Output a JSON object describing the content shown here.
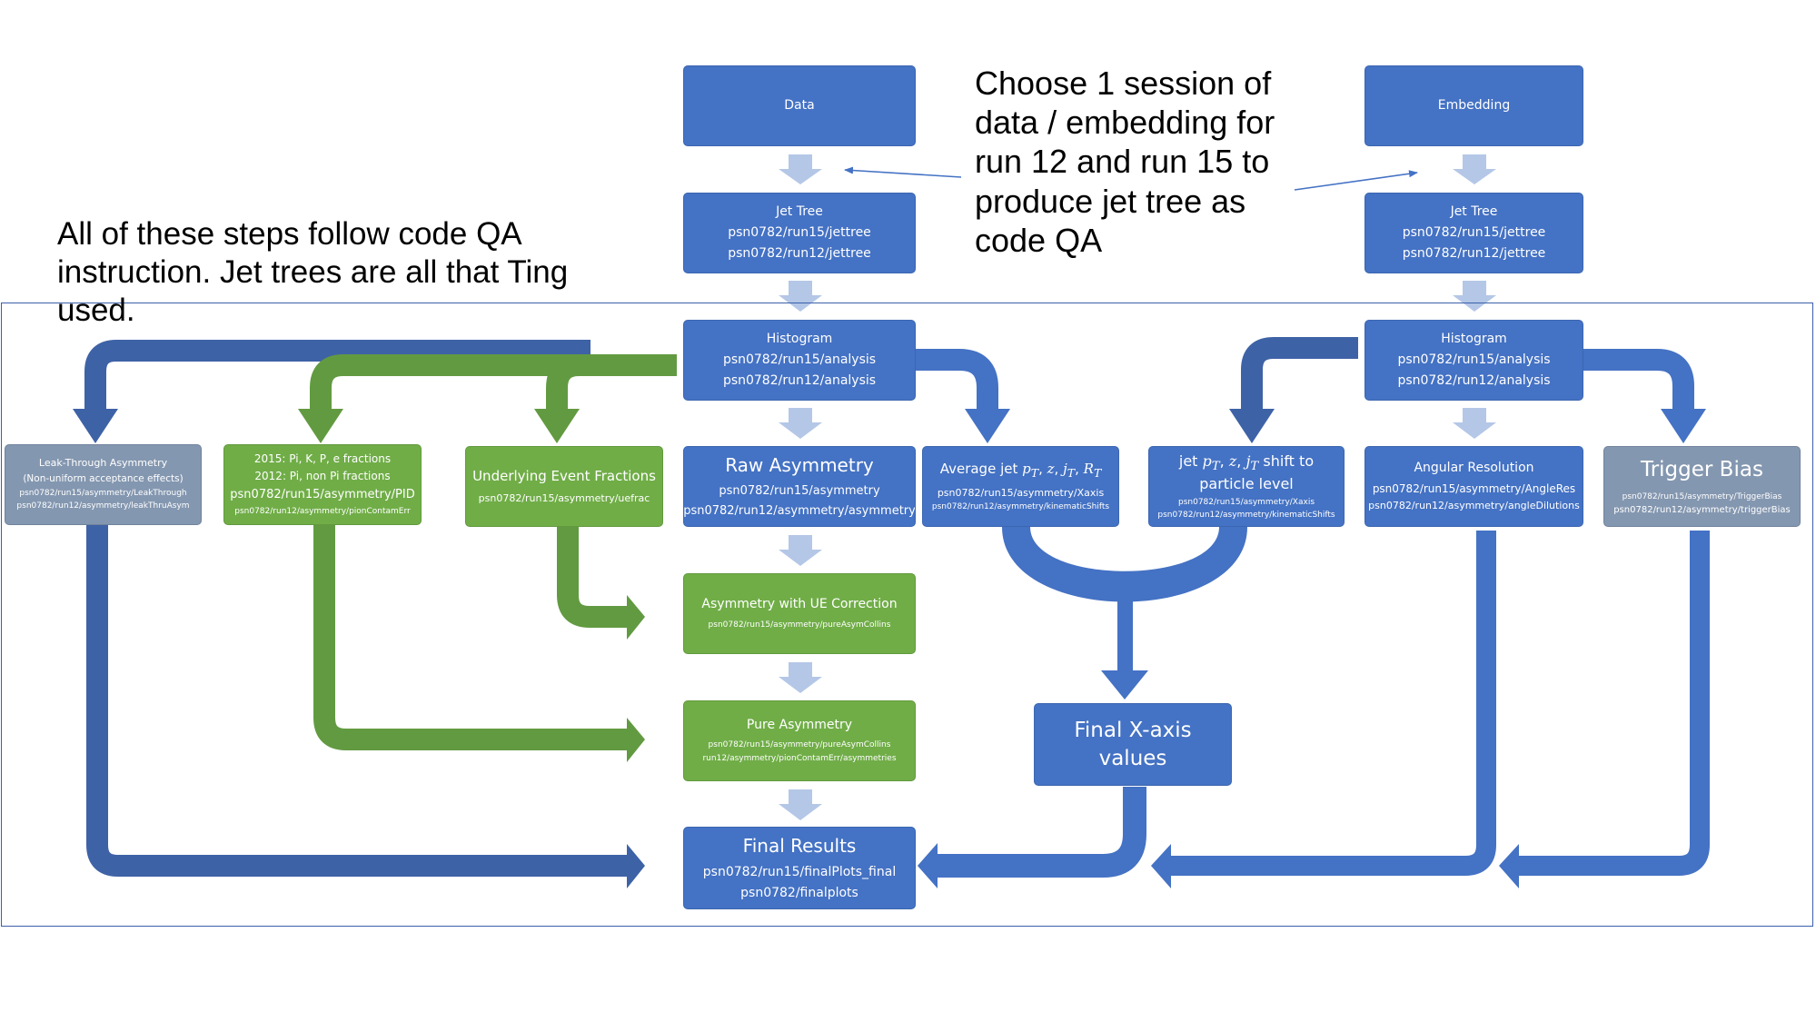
{
  "colors": {
    "blue": "#4472c4",
    "dark_blue": "#3e62a6",
    "green": "#70ad47",
    "dark_green": "#629a41",
    "gray": "#8497b0",
    "pale_arrow": "#b4c7e7"
  },
  "notes": {
    "left": "All of these steps follow code QA instruction. Jet trees are all that Ting used.",
    "top": "Choose 1 session of data / embedding for run 12 and run 15 to produce jet tree as code QA"
  },
  "boxes": {
    "data": {
      "title": "Data"
    },
    "embedding": {
      "title": "Embedding"
    },
    "jet_tree_data": {
      "title": "Jet Tree",
      "paths": [
        "psn0782/run15/jettree",
        "psn0782/run12/jettree"
      ]
    },
    "jet_tree_emb": {
      "title": "Jet Tree",
      "paths": [
        "psn0782/run15/jettree",
        "psn0782/run12/jettree"
      ]
    },
    "histogram_data": {
      "title": "Histogram",
      "paths": [
        "psn0782/run15/analysis",
        "psn0782/run12/analysis"
      ]
    },
    "histogram_emb": {
      "title": "Histogram",
      "paths": [
        "psn0782/run15/analysis",
        "psn0782/run12/analysis"
      ]
    },
    "leak_through": {
      "title": "Leak-Through Asymmetry",
      "subtitle": "(Non-uniform acceptance effects)",
      "paths": [
        "psn0782/run15/asymmetry/LeakThrough",
        "psn0782/run12/asymmetry/leakThruAsym"
      ]
    },
    "pid": {
      "title_lines": [
        "2015: Pi, K, P, e fractions",
        "2012: Pi, non Pi fractions"
      ],
      "paths": [
        "psn0782/run15/asymmetry/PID",
        "psn0782/run12/asymmetry/pionContamErr"
      ]
    },
    "ue_fractions": {
      "title": "Underlying Event Fractions",
      "paths": [
        "psn0782/run15/asymmetry/uefrac"
      ]
    },
    "raw_asymmetry": {
      "title": "Raw Asymmetry",
      "paths": [
        "psn0782/run15/asymmetry",
        "psn0782/run12/asymmetry/asymmetry"
      ]
    },
    "average_jet": {
      "title_prefix": "Average jet",
      "paths": [
        "psn0782/run15/asymmetry/Xaxis",
        "psn0782/run12/asymmetry/kinematicShifts"
      ]
    },
    "jet_shift": {
      "title_suffix": "shift to",
      "title_line2": "particle level",
      "paths": [
        "psn0782/run15/asymmetry/Xaxis",
        "psn0782/run12/asymmetry/kinematicShifts"
      ]
    },
    "angular_resolution": {
      "title": "Angular Resolution",
      "paths": [
        "psn0782/run15/asymmetry/AngleRes",
        "psn0782/run12/asymmetry/angleDilutions"
      ]
    },
    "trigger_bias": {
      "title": "Trigger Bias",
      "paths": [
        "psn0782/run15/asymmetry/TriggerBias",
        "psn0782/run12/asymmetry/triggerBias"
      ]
    },
    "asym_ue": {
      "title": "Asymmetry with UE Correction",
      "paths": [
        "psn0782/run15/asymmetry/pureAsymCollins"
      ]
    },
    "pure_asymmetry": {
      "title": "Pure Asymmetry",
      "paths": [
        "psn0782/run15/asymmetry/pureAsymCollins",
        "run12/asymmetry/pionContamErr/asymmetries"
      ]
    },
    "final_x": {
      "title_lines": [
        "Final X-axis",
        "values"
      ]
    },
    "final_results": {
      "title": "Final Results",
      "paths": [
        "psn0782/run15/finalPlots_final",
        "psn0782/finalplots"
      ]
    }
  }
}
